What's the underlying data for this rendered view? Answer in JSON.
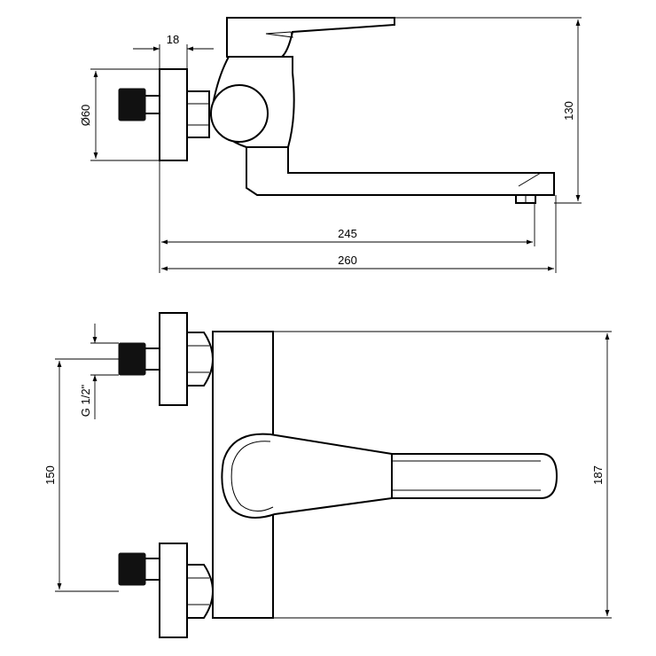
{
  "dimensions": {
    "flange_thickness": "18",
    "flange_diameter": "Ø60",
    "height": "130",
    "spout_reach_245": "245",
    "overall_length_260": "260",
    "thread": "G 1/2\"",
    "inlet_spacing": "150",
    "overall_height_187": "187"
  }
}
